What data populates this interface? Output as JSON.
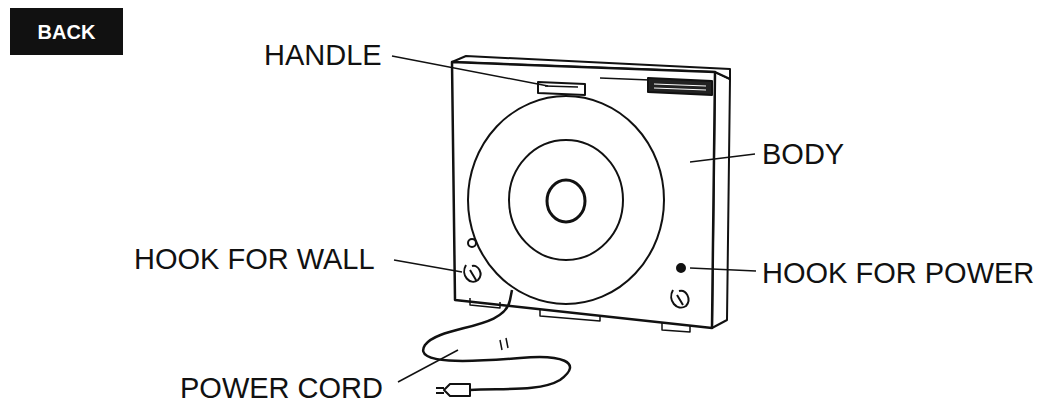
{
  "diagram": {
    "nodes": [
      {
        "text": [
          "BACK"
        ]
      }
    ],
    "labels": [
      "HANDLE",
      "BODY",
      "HOOK FOR WALL",
      "HOOK FOR POWER",
      "POWER CORD"
    ]
  }
}
